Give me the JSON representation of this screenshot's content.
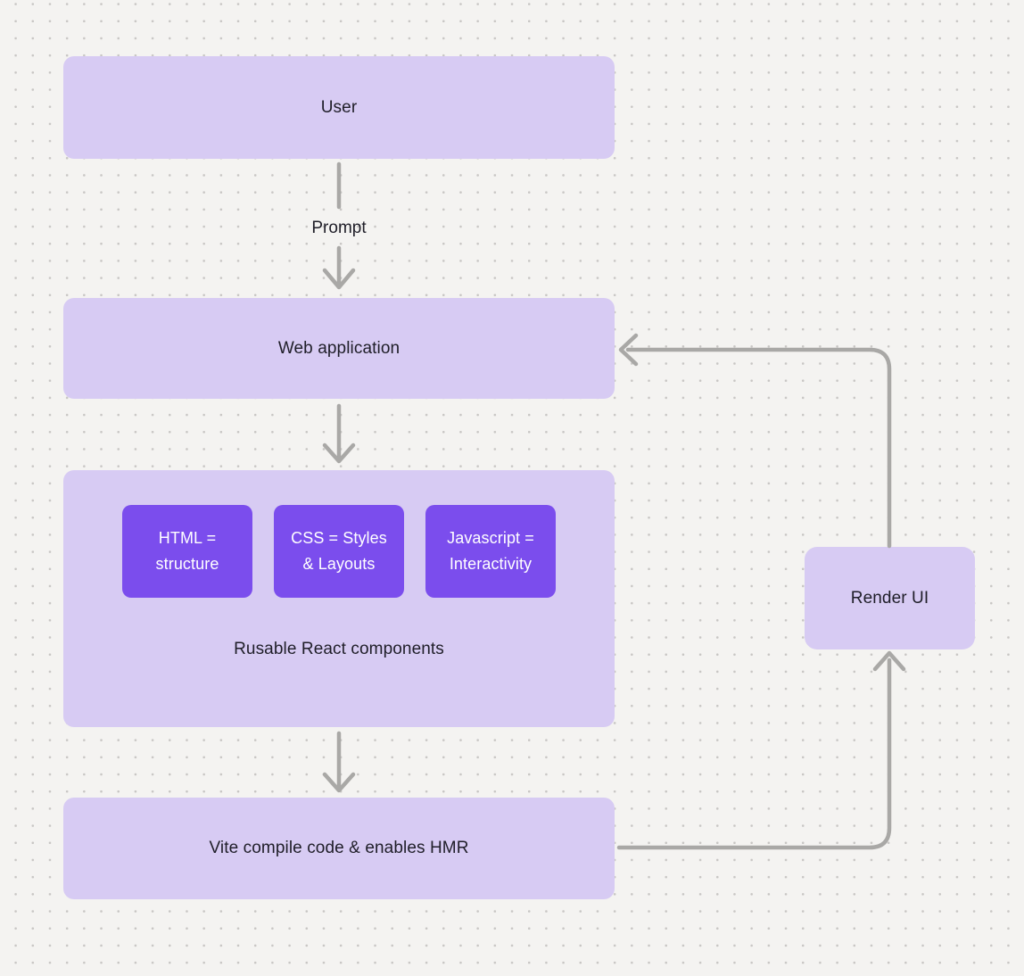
{
  "canvas": {
    "bg": "#f4f3f1",
    "dot_color": "#c8c6c4",
    "accent_light": "#d7cbf3",
    "accent_dark": "#7b4ded",
    "line_color": "#a9a8a6",
    "text_dark": "#1f1e28",
    "text_light": "#ffffff"
  },
  "nodes": {
    "user": {
      "label": "User"
    },
    "web_application": {
      "label": "Web application"
    },
    "components_group": {
      "label": "Rusable React components",
      "children": [
        {
          "label": "HTML = structure"
        },
        {
          "label": "CSS = Styles & Layouts"
        },
        {
          "label": "Javascript = Interactivity"
        }
      ]
    },
    "vite": {
      "label": "Vite compile code & enables HMR"
    },
    "render_ui": {
      "label": "Render UI"
    }
  },
  "edges": {
    "prompt_label": "Prompt"
  }
}
